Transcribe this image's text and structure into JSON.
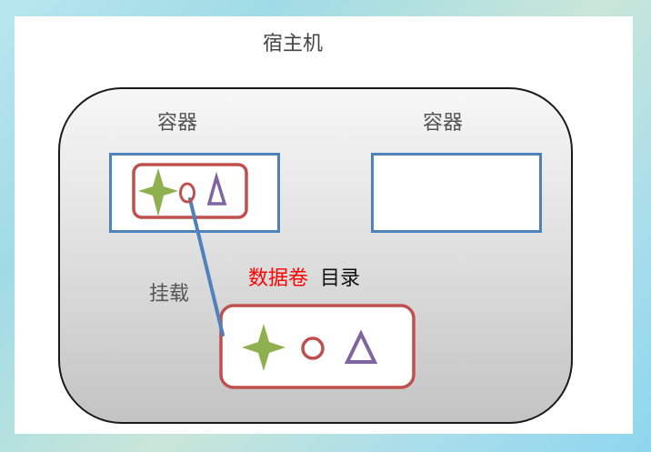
{
  "host": {
    "title": "宿主机"
  },
  "containers": [
    {
      "label": "容器"
    },
    {
      "label": "容器"
    }
  ],
  "mount_label": "挂载",
  "volume": {
    "highlight": "数据卷",
    "text": "目录"
  },
  "colors": {
    "container_border": "#4f81bd",
    "volume_border": "#c0504d",
    "star": "#8fb04e",
    "circle": "#c0504d",
    "triangle": "#8064a2",
    "mount_line": "#4f81bd",
    "highlight_text": "#ff0000"
  },
  "icons": [
    "four-point-star",
    "circle",
    "triangle"
  ]
}
